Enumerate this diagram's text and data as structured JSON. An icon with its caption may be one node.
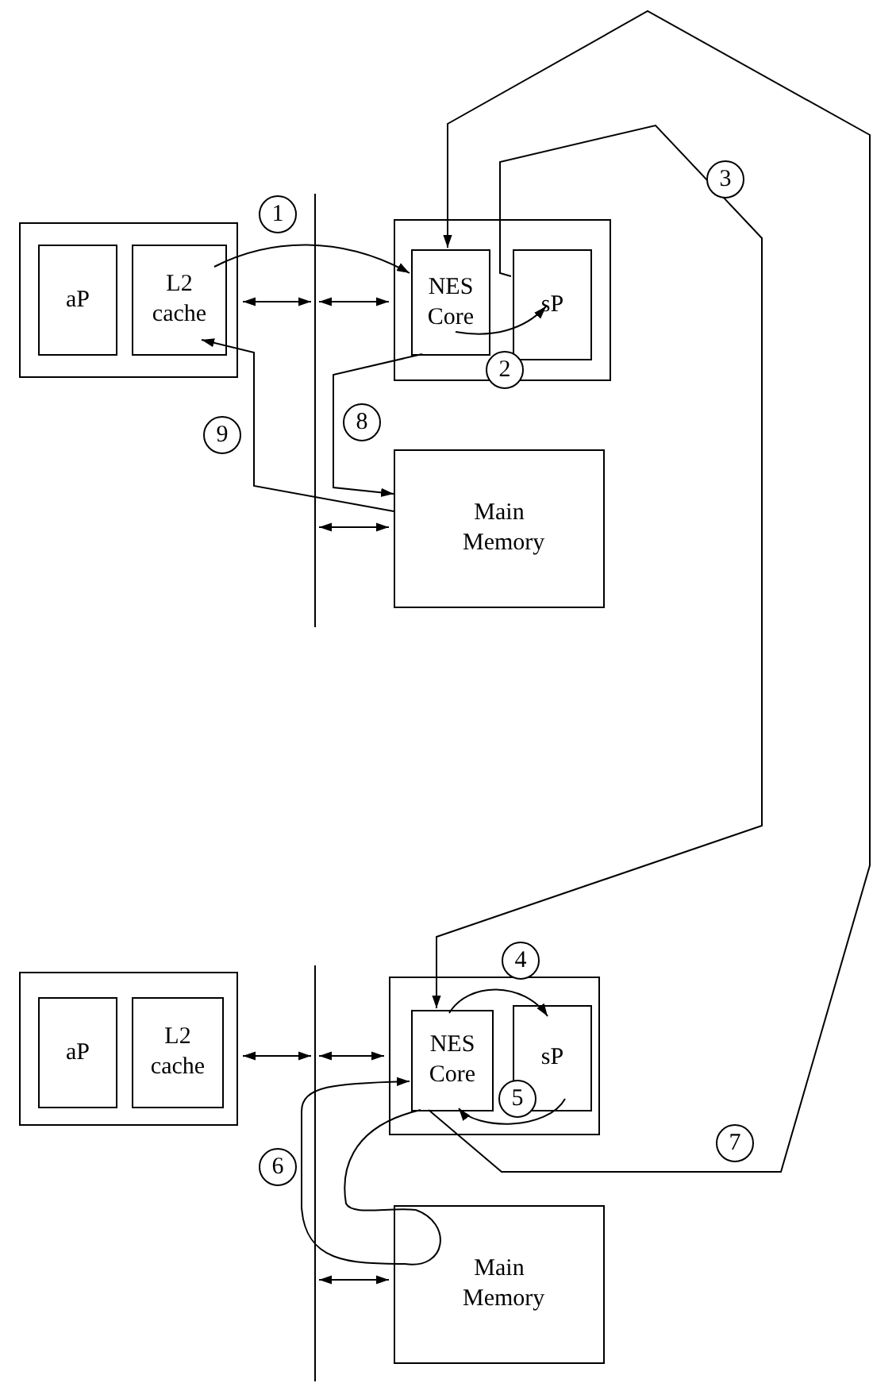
{
  "diagram": {
    "nodes": [
      {
        "text": [],
        "shape": "box"
      },
      {
        "text": [
          "aP"
        ],
        "in": 0
      },
      {
        "text": [
          "L2 cache"
        ],
        "in": 0
      },
      {
        "text": [],
        "shape": "bar"
      },
      {
        "text": [],
        "shape": "box"
      },
      {
        "text": [
          "NES Core"
        ],
        "in": 4
      },
      {
        "text": [
          "sP"
        ],
        "in": 4
      },
      {
        "text": [
          "Main Memory"
        ]
      },
      {
        "text": [],
        "shape": "box"
      },
      {
        "text": [
          "aP"
        ],
        "in": 8
      },
      {
        "text": [
          "L2 cache"
        ],
        "in": 8
      },
      {
        "text": [],
        "shape": "bar"
      },
      {
        "text": [],
        "shape": "box"
      },
      {
        "text": [
          "NES Core"
        ],
        "in": 12
      },
      {
        "text": [
          "sP"
        ],
        "in": 12
      },
      {
        "text": [
          "Main Memory"
        ]
      }
    ],
    "edges": [
      {
        "from": 0,
        "to": 3,
        "arrow": "both"
      },
      {
        "from": 3,
        "to": 4,
        "arrow": "both"
      },
      {
        "from": 3,
        "to": 7,
        "arrow": "both"
      },
      {
        "from": 2,
        "to": 5,
        "arrow": "to"
      },
      {
        "from": 5,
        "to": 6,
        "arrow": "to"
      },
      {
        "from": 6,
        "to": 13,
        "arrow": "to"
      },
      {
        "from": 5,
        "to": 7,
        "arrow": "to"
      },
      {
        "from": 7,
        "to": 2,
        "arrow": "to"
      },
      {
        "from": 8,
        "to": 11,
        "arrow": "both"
      },
      {
        "from": 11,
        "to": 12,
        "arrow": "both"
      },
      {
        "from": 11,
        "to": 15,
        "arrow": "both"
      },
      {
        "from": 13,
        "to": 14,
        "arrow": "to"
      },
      {
        "from": 14,
        "to": 13,
        "arrow": "to"
      },
      {
        "from": 13,
        "to": 15,
        "arrow": "none"
      },
      {
        "from": 15,
        "to": 13,
        "arrow": "to"
      },
      {
        "from": 13,
        "to": 5,
        "arrow": "to"
      }
    ],
    "labels": [
      "1",
      "9",
      "8",
      "2",
      "3",
      "4",
      "5",
      "6",
      "7"
    ]
  }
}
